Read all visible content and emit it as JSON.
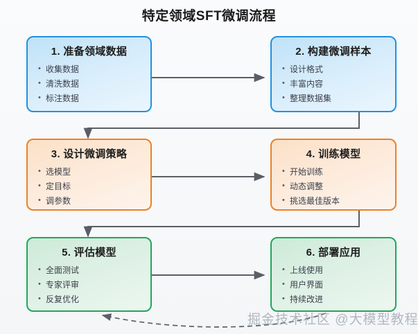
{
  "title": "特定领域SFT微调流程",
  "watermark": "掘金技术社区 @大模型教程",
  "colors": {
    "blue_border": "#1f92e0",
    "orange_border": "#ec8125",
    "green_border": "#21a75a",
    "edge": "#5a5f66",
    "background": "#f7f8fa",
    "title_text": "#1a1a1a"
  },
  "nodes": [
    {
      "id": "prepare-domain-data",
      "title": "1. 准备领域数据",
      "color": "blue",
      "items": [
        "收集数据",
        "清洗数据",
        "标注数据"
      ]
    },
    {
      "id": "build-finetune-samples",
      "title": "2. 构建微调样本",
      "color": "blue",
      "items": [
        "设计格式",
        "丰富内容",
        "整理数据集"
      ]
    },
    {
      "id": "design-finetune-strategy",
      "title": "3. 设计微调策略",
      "color": "orange",
      "items": [
        "选模型",
        "定目标",
        "调参数"
      ]
    },
    {
      "id": "train-model",
      "title": "4. 训练模型",
      "color": "orange",
      "items": [
        "开始训练",
        "动态调整",
        "挑选最佳版本"
      ]
    },
    {
      "id": "evaluate-model",
      "title": "5. 评估模型",
      "color": "green",
      "items": [
        "全面测试",
        "专家评审",
        "反复优化"
      ]
    },
    {
      "id": "deploy-application",
      "title": "6. 部署应用",
      "color": "green",
      "items": [
        "上线使用",
        "用户界面",
        "持续改进"
      ]
    }
  ],
  "edges": [
    {
      "id": "edge-1-to-2",
      "from": "prepare-domain-data",
      "to": "build-finetune-samples",
      "style": "solid"
    },
    {
      "id": "edge-2-to-3",
      "from": "build-finetune-samples",
      "to": "design-finetune-strategy",
      "style": "solid"
    },
    {
      "id": "edge-3-to-4",
      "from": "design-finetune-strategy",
      "to": "train-model",
      "style": "solid"
    },
    {
      "id": "edge-4-to-5",
      "from": "train-model",
      "to": "evaluate-model",
      "style": "solid"
    },
    {
      "id": "edge-5-to-6",
      "from": "evaluate-model",
      "to": "deploy-application",
      "style": "solid"
    },
    {
      "id": "edge-6-to-5-feedback",
      "from": "deploy-application",
      "to": "evaluate-model",
      "style": "dashed"
    }
  ]
}
